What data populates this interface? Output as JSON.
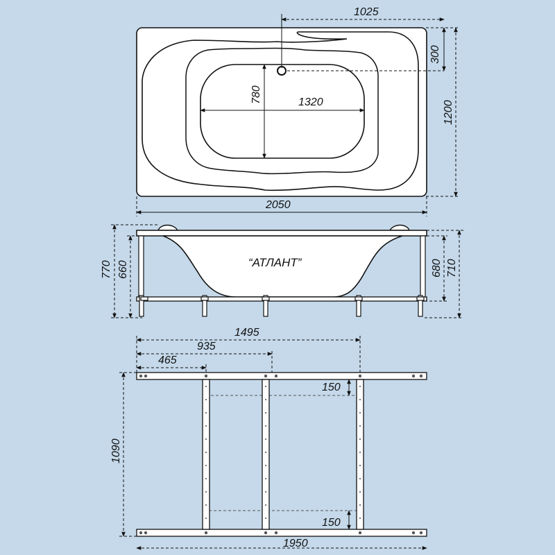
{
  "colors": {
    "background": "#c5d9ea",
    "line": "#111111",
    "fill": "#ffffff",
    "dashed": "#555555"
  },
  "top_view": {
    "dim_drain_x": "1025",
    "dim_drain_y": "300",
    "dim_total_width": "1200",
    "dim_inner_height": "780",
    "dim_inner_length": "1320",
    "dim_total_length": "2050"
  },
  "side_view": {
    "model_name": "“АТЛАНТ”",
    "dim_total_height_left": "770",
    "dim_bowl_height_left": "660",
    "dim_bowl_height_right": "680",
    "dim_total_height_right": "710"
  },
  "frame_view": {
    "dim_leg_3": "1495",
    "dim_leg_2": "935",
    "dim_leg_1": "465",
    "dim_top_offset": "150",
    "dim_bottom_offset": "150",
    "dim_frame_width": "1090",
    "dim_frame_length": "1950"
  }
}
